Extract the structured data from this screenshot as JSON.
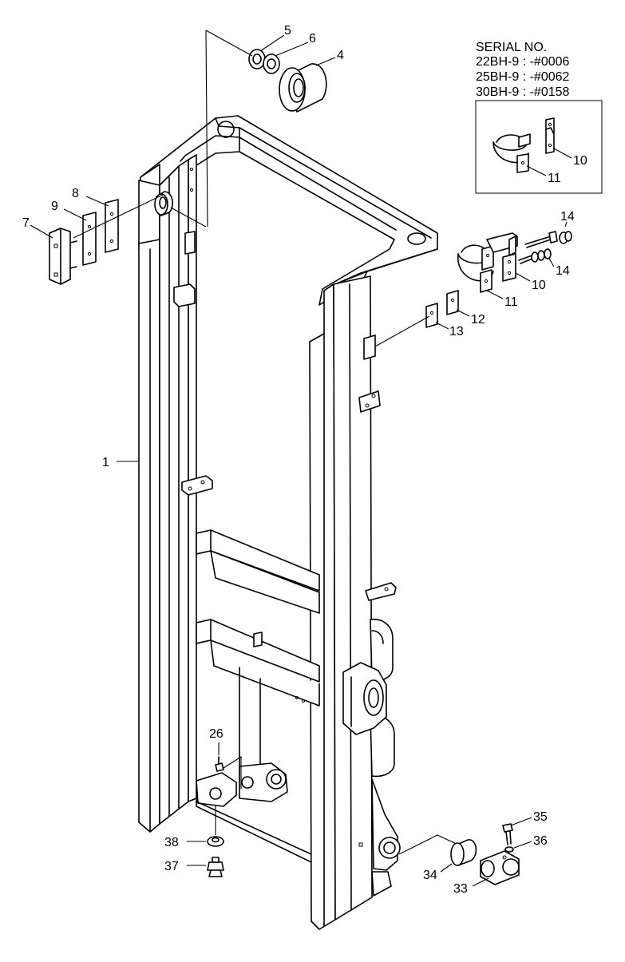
{
  "serial_box": {
    "heading": "SERIAL NO.",
    "lines": [
      "22BH-9 : -#0006",
      "25BH-9 : -#0062",
      "30BH-9 : -#0158"
    ]
  },
  "callouts": {
    "c1": "1",
    "c4": "4",
    "c5": "5",
    "c6": "6",
    "c7": "7",
    "c8": "8",
    "c9": "9",
    "c10a": "10",
    "c11a": "11",
    "c14a": "14",
    "c14b": "14",
    "c10b": "10",
    "c11b": "11",
    "c12": "12",
    "c13": "13",
    "c26": "26",
    "c38": "38",
    "c37": "37",
    "c35": "35",
    "c36": "36",
    "c34": "34",
    "c33": "33"
  }
}
